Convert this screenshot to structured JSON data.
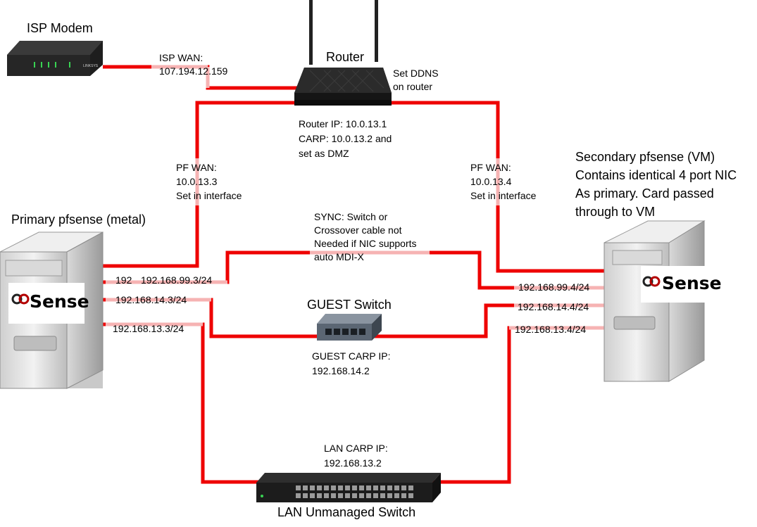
{
  "devices": {
    "isp_modem": {
      "title": "ISP Modem",
      "brand": "LINKSYS"
    },
    "router": {
      "title": "Router"
    },
    "primary": {
      "title": "Primary pfsense (metal)",
      "logo_text": "Sense"
    },
    "secondary": {
      "title_lines": [
        "Secondary pfsense (VM)",
        "Contains identical 4 port NIC",
        "As primary. Card passed",
        "through to VM"
      ],
      "logo_text": "Sense"
    },
    "guest_switch": {
      "title": "GUEST Switch"
    },
    "lan_switch": {
      "title": "LAN Unmanaged Switch"
    }
  },
  "labels": {
    "isp_wan": [
      "ISP WAN:",
      "107.194.12.159"
    ],
    "ddns": [
      "Set DDNS",
      "on router"
    ],
    "router_ip": [
      "Router IP: 10.0.13.1",
      "CARP: 10.0.13.2 and",
      "set as DMZ"
    ],
    "pf_wan_primary": [
      "PF WAN:",
      "10.0.13.3",
      "Set in interface"
    ],
    "pf_wan_secondary": [
      "PF WAN:",
      "10.0.13.4",
      "Set in interface"
    ],
    "sync": [
      "SYNC: Switch or",
      "Crossover cable not",
      "Needed if NIC supports",
      "auto MDI-X"
    ],
    "primary_ips": [
      "192.168.99.3/24",
      "192.168.14.3/24",
      "192.168.13.3/24"
    ],
    "primary_ghost": "192",
    "secondary_ips": [
      "192.168.99.4/24",
      "192.168.14.4/24",
      "192.168.13.4/24"
    ],
    "guest_carp": [
      "GUEST CARP IP:",
      "192.168.14.2"
    ],
    "lan_carp": [
      "LAN CARP IP:",
      "192.168.13.2"
    ]
  },
  "colors": {
    "link": "#ee0000",
    "link_faded": "#f6b3b3",
    "device_dark": "#2a2a2a",
    "server_body": "#e4e4e4"
  },
  "icons": [
    "modem-icon",
    "router-icon",
    "server-icon",
    "pfsense-logo",
    "switch-icon"
  ]
}
